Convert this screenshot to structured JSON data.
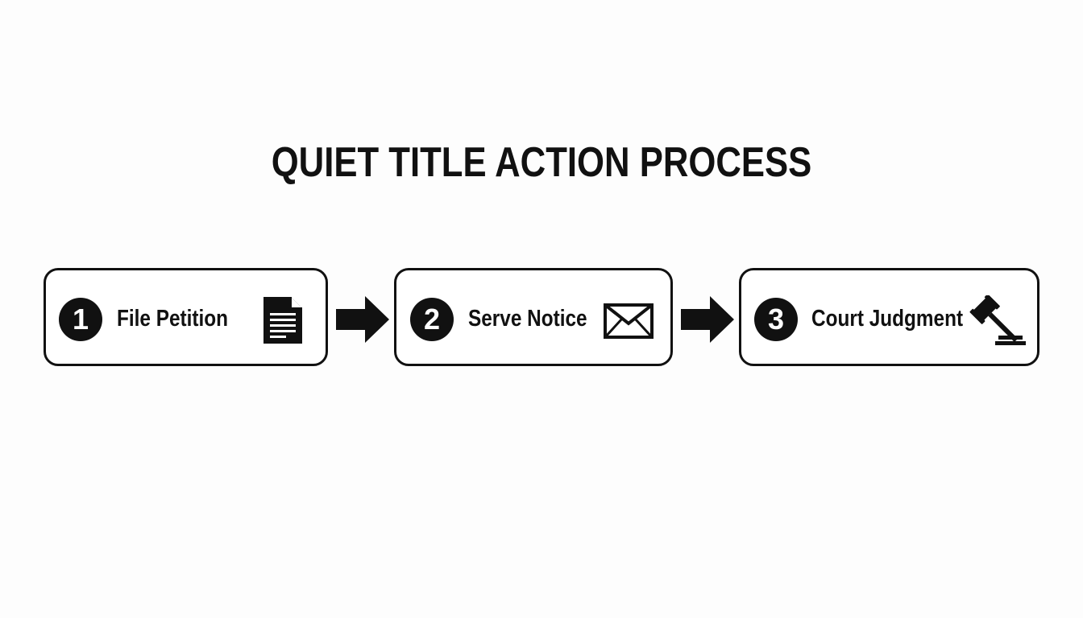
{
  "title": "QUIET TITLE ACTION PROCESS",
  "steps": [
    {
      "number": "1",
      "label": "File Petition",
      "icon": "document-icon"
    },
    {
      "number": "2",
      "label": "Serve Notice",
      "icon": "envelope-icon"
    },
    {
      "number": "3",
      "label": "Court Judgment",
      "icon": "gavel-icon"
    }
  ],
  "colors": {
    "background": "#fdfdfd",
    "ink": "#111111",
    "box_fill": "#ffffff"
  }
}
